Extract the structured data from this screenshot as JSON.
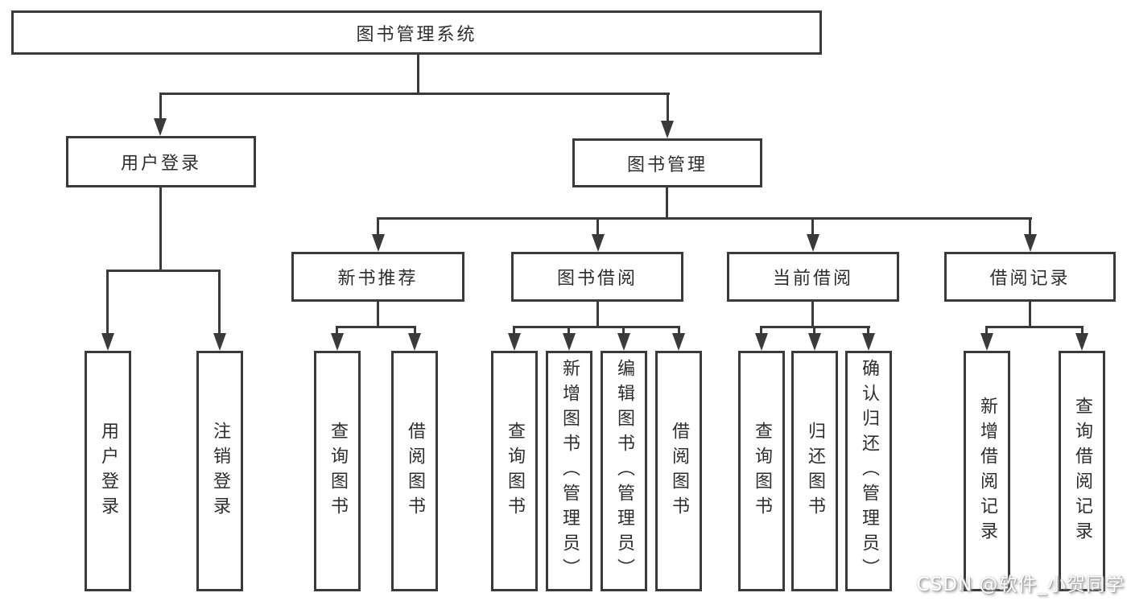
{
  "tree": {
    "root": "图书管理系统",
    "branches": [
      {
        "label": "用户登录",
        "children": [
          "用户登录",
          "注销登录"
        ]
      },
      {
        "label": "图书管理",
        "groups": [
          {
            "label": "新书推荐",
            "children": [
              "查询图书",
              "借阅图书"
            ]
          },
          {
            "label": "图书借阅",
            "children": [
              "查询图书",
              "新增图书（管理员）",
              "编辑图书（管理员）",
              "借阅图书"
            ]
          },
          {
            "label": "当前借阅",
            "children": [
              "查询图书",
              "归还图书",
              "确认归还（管理员）"
            ]
          },
          {
            "label": "借阅记录",
            "children": [
              "新增借阅记录",
              "查询借阅记录"
            ]
          }
        ]
      }
    ]
  },
  "colors": {
    "line": "#3a3a3a",
    "text": "#2e2e2e",
    "background": "#ffffff"
  },
  "watermark": {
    "text": "CSDN @软件_小贺同学"
  }
}
